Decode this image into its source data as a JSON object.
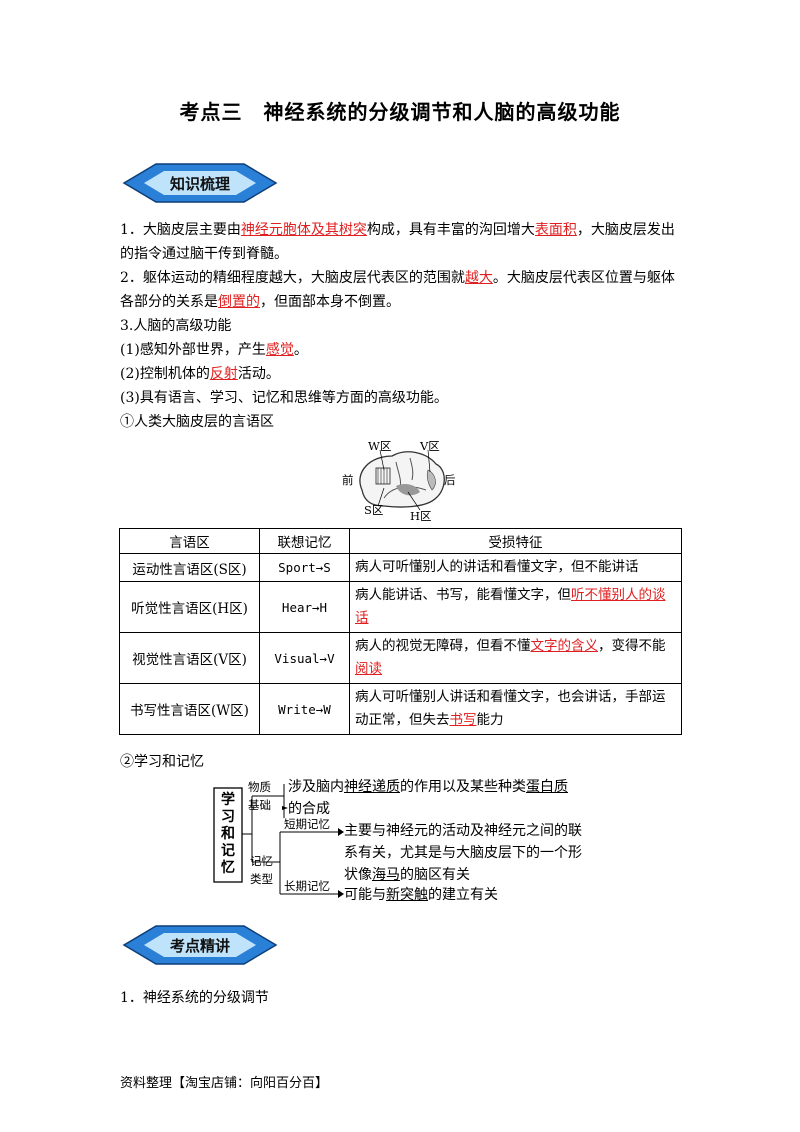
{
  "title": "考点三　神经系统的分级调节和人脑的高级功能",
  "sections": {
    "knowledge": "知识梳理",
    "key_points": "考点精讲"
  },
  "p1": {
    "a": "1．大脑皮层主要由",
    "b": "神经元胞体及其树突",
    "c": "构成，具有丰富的沟回增大",
    "d": "表面积",
    "e": "，大脑皮层发出",
    "line2": "的指令通过脑干传到脊髓。"
  },
  "p2": {
    "a": "2．躯体运动的精细程度越大，大脑皮层代表区的范围就",
    "b": "越大",
    "c": "。大脑皮层代表区位置与躯体",
    "line2a": "各部分的关系是",
    "line2b": "倒置的",
    "line2c": "，但面部本身不倒置。"
  },
  "p3": "3.人脑的高级功能",
  "p4": {
    "a": "(1)感知外部世界，产生",
    "b": "感觉",
    "c": "。"
  },
  "p5": {
    "a": "(2)控制机体的",
    "b": "反射",
    "c": "活动。"
  },
  "p6": "(3)具有语言、学习、记忆和思维等方面的高级功能。",
  "p7": "①人类大脑皮层的言语区",
  "brain": {
    "w": "W区",
    "v": "V区",
    "front": "前",
    "back": "后",
    "s": "S区",
    "h": "H区"
  },
  "table": {
    "headers": [
      "言语区",
      "联想记忆",
      "受损特征"
    ],
    "rows": [
      {
        "area": "运动性言语区(S区)",
        "memo": "Sport→S",
        "f1": "病人可听懂别人的讲话和看懂文字，但不能讲话",
        "u": "",
        "f2": "",
        "u2": "",
        "f3": ""
      },
      {
        "area": "听觉性言语区(H区)",
        "memo": "Hear→H",
        "f1": "病人能讲话、书写，能看懂文字，但",
        "u": "听不懂别人的谈话",
        "f2": "",
        "u2": "",
        "f3": ""
      },
      {
        "area": "视觉性言语区(V区)",
        "memo": "Visual→V",
        "f1": "病人的视觉无障碍，但看不懂",
        "u": "文字的含义",
        "f2": "，变得不能",
        "u2": "阅读",
        "f3": ""
      },
      {
        "area": "书写性言语区(W区)",
        "memo": "Write→W",
        "f1": "病人可听懂别人讲话和看懂文字，也会讲话，手部运动正常，但失去",
        "u": "书写",
        "f2": "能力",
        "u2": "",
        "f3": ""
      }
    ]
  },
  "p8": "②学习和记忆",
  "memory": {
    "root": [
      "学",
      "习",
      "和",
      "记",
      "忆"
    ],
    "material": [
      "物质",
      "基础"
    ],
    "material_text_a": "涉及脑内",
    "material_text_b": "神经递质",
    "material_text_c": "的作用以及某些种类",
    "material_text_d": "蛋白质",
    "material_text_e": "的合成",
    "types": [
      "记忆",
      "类型"
    ],
    "short_label": "短期记忆",
    "short_text1": "主要与神经元的活动及神经元之间的联",
    "short_text2": "系有关，尤其是与大脑皮层下的一个形",
    "short_text3a": "状像",
    "short_text3b": "海马",
    "short_text3c": "的脑区有关",
    "long_label": "长期记忆",
    "long_text_a": "可能与",
    "long_text_b": "新突触",
    "long_text_c": "的建立有关"
  },
  "p9": "1．神经系统的分级调节",
  "footer": "资料整理【淘宝店铺：向阳百分百】"
}
